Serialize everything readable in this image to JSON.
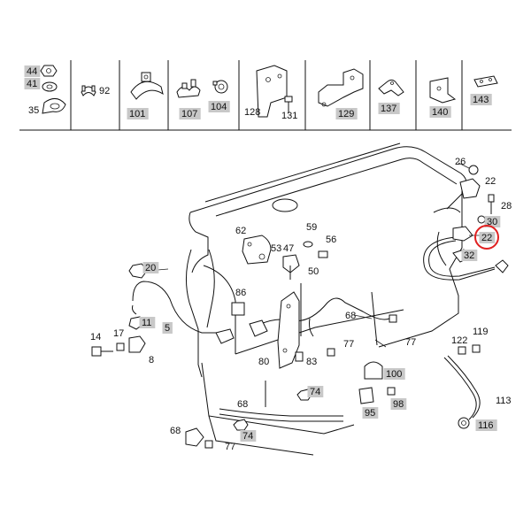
{
  "legend": [
    {
      "id": "44",
      "highlighted": true
    },
    {
      "id": "41",
      "highlighted": true
    },
    {
      "id": "35",
      "highlighted": false
    },
    {
      "id": "92",
      "highlighted": false
    },
    {
      "id": "101",
      "highlighted": true
    },
    {
      "id": "107",
      "highlighted": true
    },
    {
      "id": "104",
      "highlighted": true
    },
    {
      "id": "128",
      "highlighted": false
    },
    {
      "id": "131",
      "highlighted": false
    },
    {
      "id": "129",
      "highlighted": true
    },
    {
      "id": "137",
      "highlighted": true
    },
    {
      "id": "140",
      "highlighted": true
    },
    {
      "id": "143",
      "highlighted": true
    }
  ],
  "callouts": [
    {
      "id": "26",
      "highlighted": false
    },
    {
      "id": "22",
      "highlighted": false
    },
    {
      "id": "28",
      "highlighted": false
    },
    {
      "id": "30",
      "highlighted": true
    },
    {
      "id": "22",
      "highlighted": true,
      "circled": true
    },
    {
      "id": "32",
      "highlighted": true
    },
    {
      "id": "62",
      "highlighted": false
    },
    {
      "id": "59",
      "highlighted": false
    },
    {
      "id": "53",
      "highlighted": false
    },
    {
      "id": "47",
      "highlighted": false
    },
    {
      "id": "56",
      "highlighted": false
    },
    {
      "id": "50",
      "highlighted": false
    },
    {
      "id": "20",
      "highlighted": true
    },
    {
      "id": "86",
      "highlighted": false
    },
    {
      "id": "68",
      "highlighted": false
    },
    {
      "id": "11",
      "highlighted": true
    },
    {
      "id": "5",
      "highlighted": true
    },
    {
      "id": "14",
      "highlighted": false
    },
    {
      "id": "17",
      "highlighted": false
    },
    {
      "id": "8",
      "highlighted": false
    },
    {
      "id": "80",
      "highlighted": false
    },
    {
      "id": "83",
      "highlighted": false
    },
    {
      "id": "77",
      "highlighted": false
    },
    {
      "id": "77",
      "highlighted": false
    },
    {
      "id": "122",
      "highlighted": false
    },
    {
      "id": "119",
      "highlighted": false
    },
    {
      "id": "100",
      "highlighted": true
    },
    {
      "id": "74",
      "highlighted": true
    },
    {
      "id": "98",
      "highlighted": true
    },
    {
      "id": "95",
      "highlighted": true
    },
    {
      "id": "113",
      "highlighted": false
    },
    {
      "id": "68",
      "highlighted": false
    },
    {
      "id": "116",
      "highlighted": true
    },
    {
      "id": "68",
      "highlighted": false
    },
    {
      "id": "74",
      "highlighted": true
    },
    {
      "id": "77",
      "highlighted": false
    }
  ],
  "colors": {
    "highlight": "#c8c8c8",
    "circle": "#e02020",
    "line": "#111111"
  }
}
